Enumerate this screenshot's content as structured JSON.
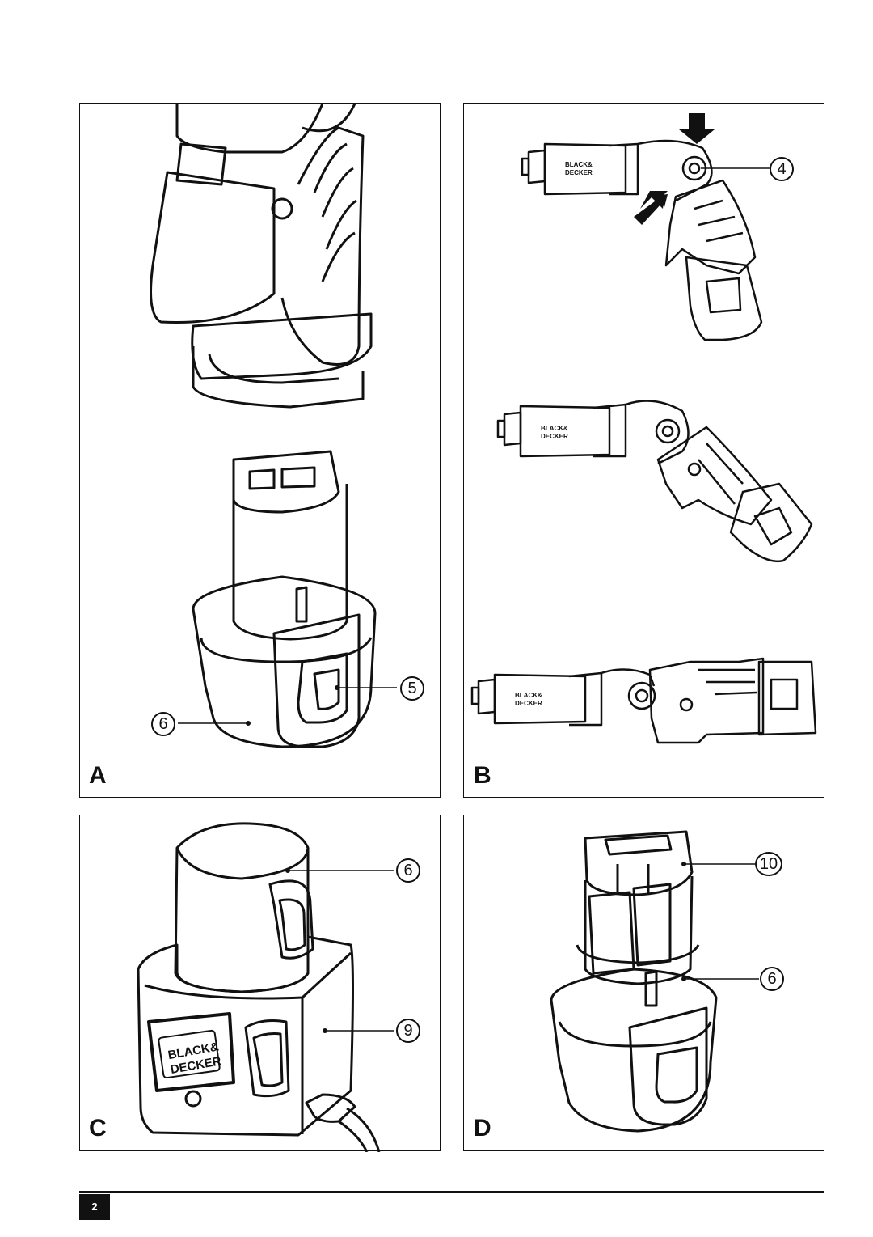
{
  "panels": {
    "a": {
      "letter": "A",
      "callouts": [
        "5",
        "6"
      ]
    },
    "b": {
      "letter": "B",
      "callouts": [
        "4"
      ],
      "brand_line1": "BLACK&",
      "brand_line2": "DECKER"
    },
    "c": {
      "letter": "C",
      "callouts": [
        "6",
        "9"
      ],
      "brand_line1": "BLACK&",
      "brand_line2": "DECKER"
    },
    "d": {
      "letter": "D",
      "callouts": [
        "10",
        "6"
      ]
    }
  },
  "footer": {
    "page_number": "2"
  }
}
